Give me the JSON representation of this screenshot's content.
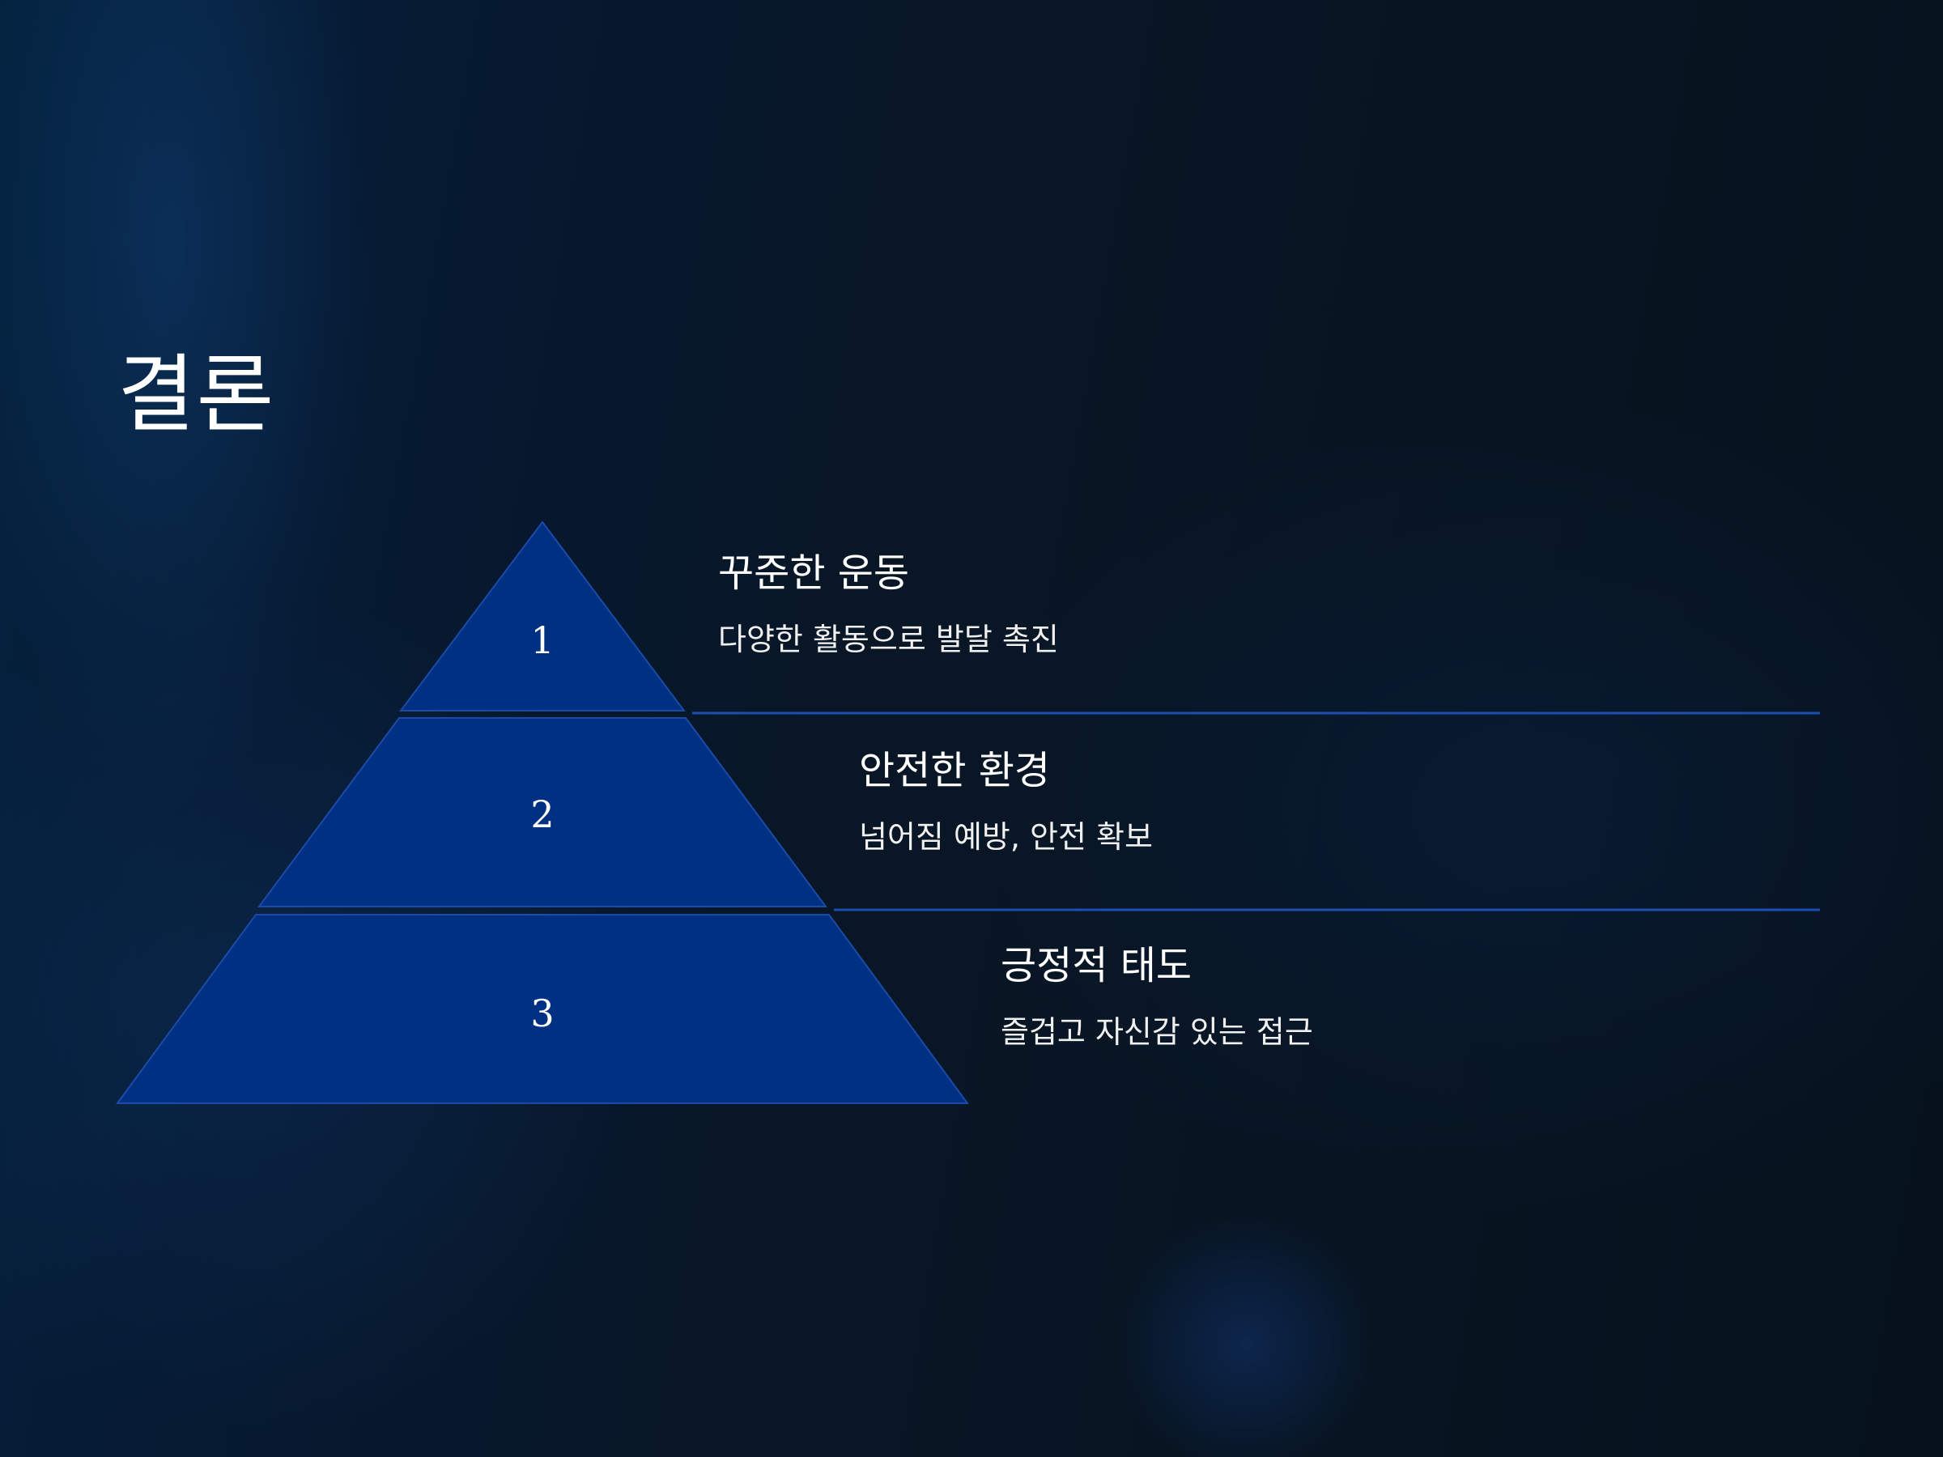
{
  "slide": {
    "title": "결론"
  },
  "pyramid": {
    "tiers": [
      {
        "number": "1",
        "heading": "꾸준한 운동",
        "description": "다양한 활동으로 발달 촉진"
      },
      {
        "number": "2",
        "heading": "안전한 환경",
        "description": "넘어짐 예방, 안전 확보"
      },
      {
        "number": "3",
        "heading": "긍정적 태도",
        "description": "즐겁고 자신감 있는 접근"
      }
    ]
  },
  "colors": {
    "tier_fill": "#003082",
    "tier_border": "#1c4aa8",
    "divider": "#1c4fb0",
    "text": "#ffffff"
  }
}
